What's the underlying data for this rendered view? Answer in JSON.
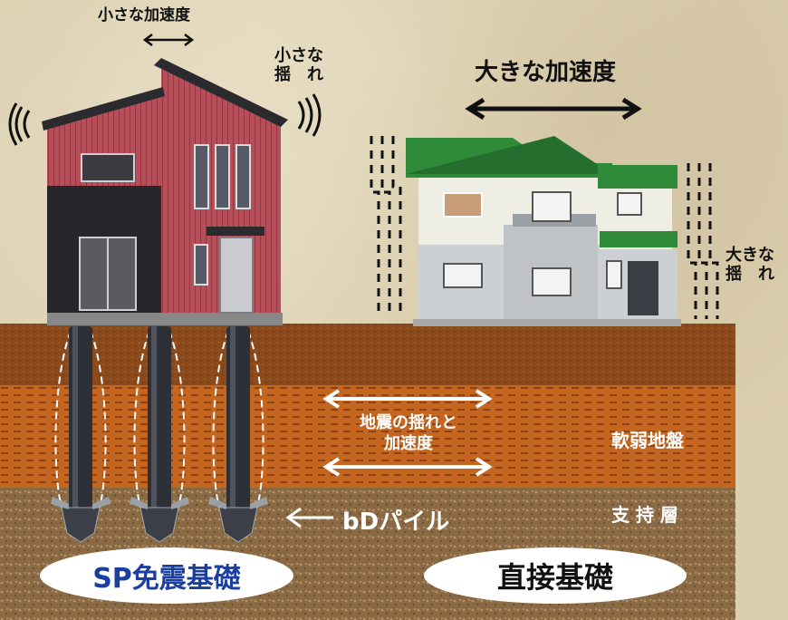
{
  "top_left": {
    "small_accel_label": "小さな加速度",
    "small_shake_label": "小さな\n揺　れ"
  },
  "top_right": {
    "large_accel_label": "大きな加速度",
    "large_shake_label": "大きな\n揺　れ"
  },
  "ground": {
    "quake_label": "地震の揺れと\n加速度",
    "soft_ground_label": "軟弱地盤",
    "support_layer_label": "支 持 層",
    "pile_label": "bDパイル"
  },
  "captions": {
    "left": "SP免震基礎",
    "right": "直接基礎"
  },
  "colors": {
    "top_soil": "#8b4a1c",
    "soft_ground": "#c4661f",
    "support_layer": "#8a6a44",
    "left_caption": "#1a3fa0",
    "right_caption": "#111111",
    "left_house": "#b5505a",
    "right_roof": "#2f8a3a"
  }
}
